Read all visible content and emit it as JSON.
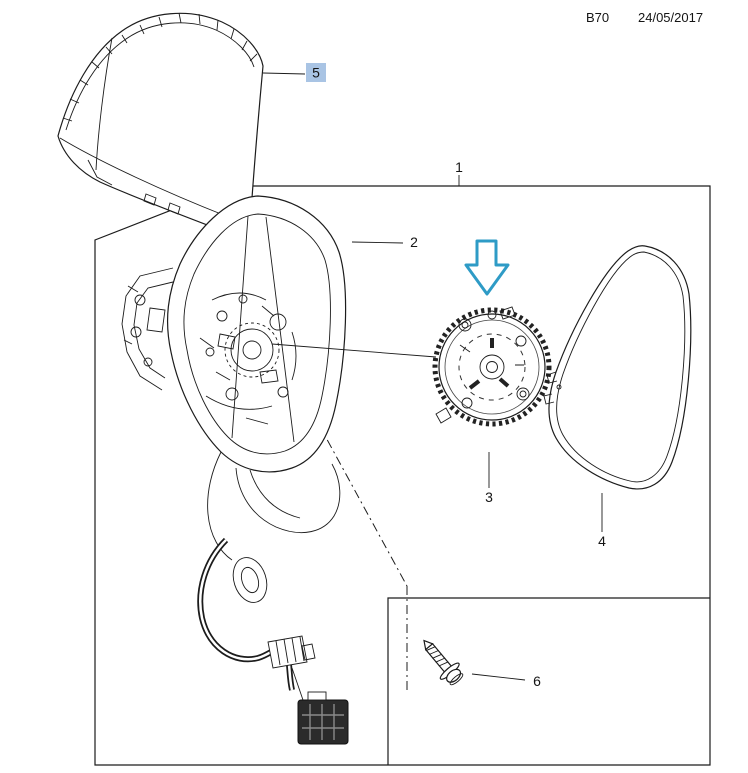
{
  "header": {
    "code": "B70",
    "date": "24/05/2017"
  },
  "labels": {
    "assembly": "1",
    "housing": "2",
    "actuator": "3",
    "glass": "4",
    "cover": "5",
    "screw": "6"
  },
  "colors": {
    "highlight": "#a9c4e4",
    "arrow_outline": "#2e9bc6",
    "line": "#1c1c1c"
  },
  "icons": {
    "selection_arrow": "down-arrow-icon"
  }
}
